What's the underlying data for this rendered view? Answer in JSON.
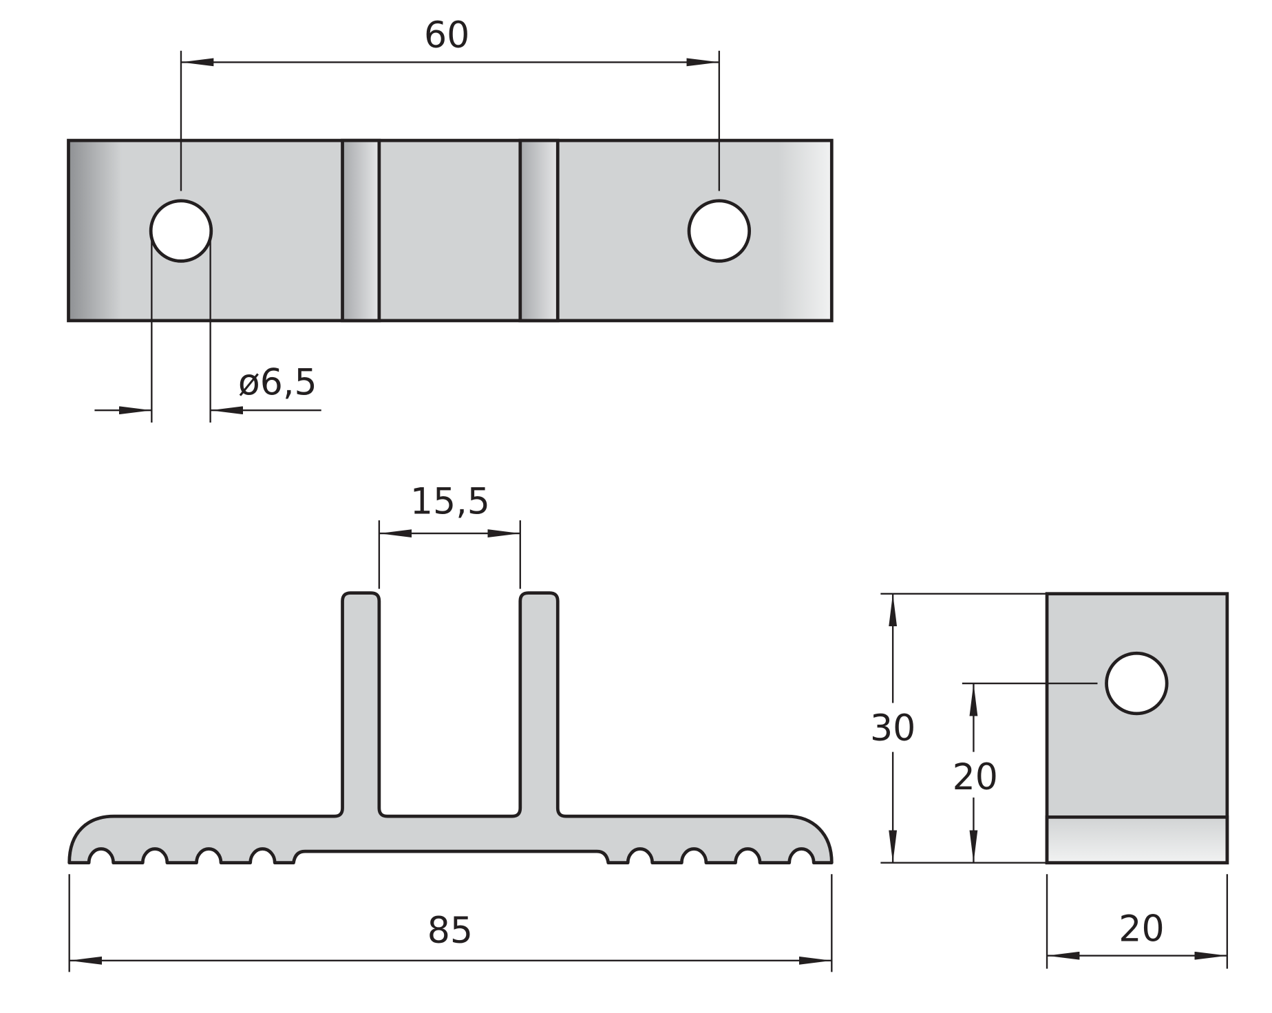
{
  "drawing": {
    "top_view": {
      "hole_spacing_label": "60",
      "hole_diameter_label": "ø6,5"
    },
    "front_view": {
      "slot_width_label": "15,5",
      "overall_width_label": "85"
    },
    "side_view": {
      "height_label": "30",
      "hole_height_label": "20",
      "depth_label": "20"
    }
  },
  "colors": {
    "line": "#231f20",
    "fill": "#d1d3d4"
  }
}
